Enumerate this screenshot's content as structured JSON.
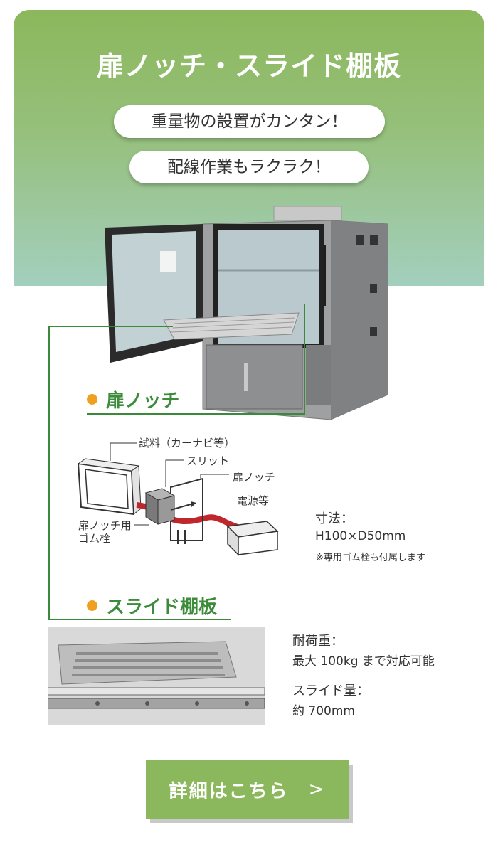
{
  "hero": {
    "title": "扉ノッチ・スライド棚板",
    "pill_1": "重量物の設置がカンタン！",
    "pill_2": "配線作業もラクラク！"
  },
  "notch": {
    "heading": "扉ノッチ",
    "diagram_labels": {
      "sample": "試料（カーナビ等）",
      "slit": "スリット",
      "notch": "扉ノッチ",
      "power": "電源等",
      "rubber_1": "扉ノッチ用",
      "rubber_2": "ゴム栓"
    },
    "spec_key": "寸法：",
    "spec_value": "H100×D50mm",
    "note": "※専用ゴム栓も付属します"
  },
  "shelf": {
    "heading": "スライド棚板",
    "load_key": "耐荷重：",
    "load_value": "最大 100kg まで対応可能",
    "slide_key": "スライド量：",
    "slide_value": "約 700mm"
  },
  "cta": {
    "label": "詳細はこちら",
    "arrow": ">"
  },
  "colors": {
    "green": "#8bb85c",
    "heading_green": "#3c8c3c",
    "dot_orange": "#f0a020",
    "cable_red": "#c0272d"
  }
}
